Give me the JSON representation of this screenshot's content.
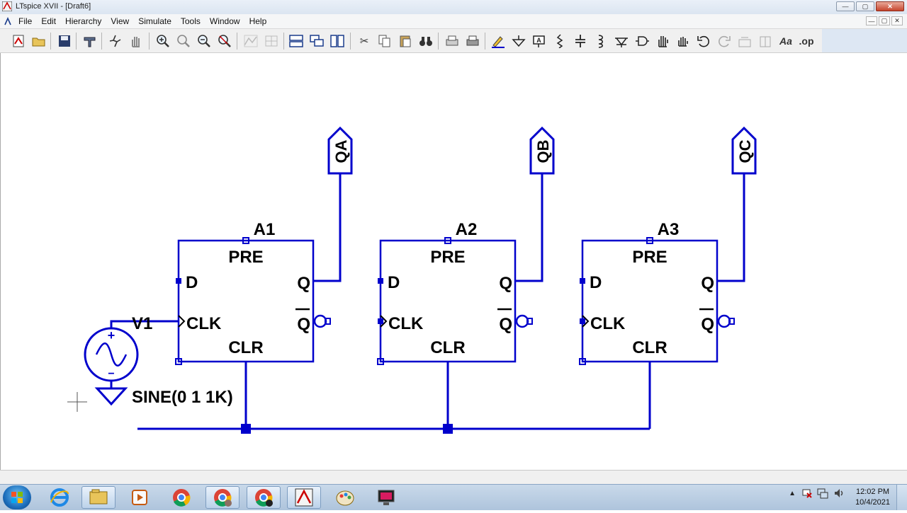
{
  "window": {
    "title": "LTspice XVII - [Draft6]",
    "buttons": {
      "minimize": "—",
      "maximize": "▢",
      "close": "✕"
    }
  },
  "menu": {
    "items": [
      "File",
      "Edit",
      "Hierarchy",
      "View",
      "Simulate",
      "Tools",
      "Window",
      "Help"
    ]
  },
  "toolbar": {
    "text_tool_label": "Aa",
    "op_tool_label": ".op"
  },
  "schematic": {
    "wire_color": "#0000cc",
    "flipflops": [
      {
        "name": "A1",
        "pins": {
          "pre": "PRE",
          "d": "D",
          "clk": "CLK",
          "clr": "CLR",
          "q": "Q",
          "qbar": "Q"
        },
        "output_label": "QA"
      },
      {
        "name": "A2",
        "pins": {
          "pre": "PRE",
          "d": "D",
          "clk": "CLK",
          "clr": "CLR",
          "q": "Q",
          "qbar": "Q"
        },
        "output_label": "QB"
      },
      {
        "name": "A3",
        "pins": {
          "pre": "PRE",
          "d": "D",
          "clk": "CLK",
          "clr": "CLR",
          "q": "Q",
          "qbar": "Q"
        },
        "output_label": "QC"
      }
    ],
    "source": {
      "name": "V1",
      "value": "SINE(0 1 1K)",
      "plus": "+",
      "minus": "−"
    }
  },
  "taskbar": {
    "clock_time": "12:02 PM",
    "clock_date": "10/4/2021"
  }
}
